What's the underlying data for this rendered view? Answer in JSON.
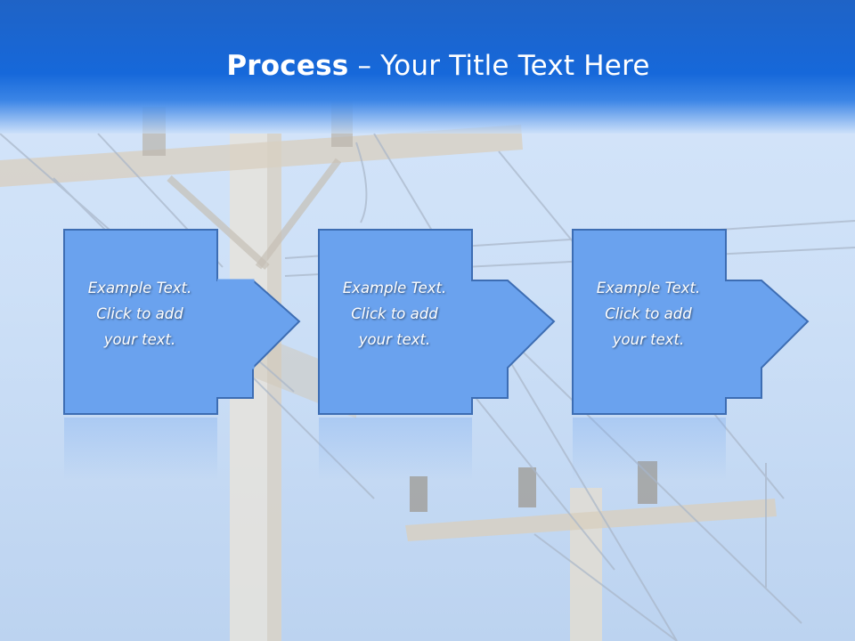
{
  "header": {
    "title_bold": "Process",
    "title_rest": " – Your Title Text Here"
  },
  "steps": [
    {
      "label": "Example Text.\nClick  to add\nyour text."
    },
    {
      "label": "Example Text.\nClick  to add\nyour text."
    },
    {
      "label": "Example Text.\nClick  to add\nyour text."
    }
  ],
  "colors": {
    "header_blue": "#1668da",
    "box_fill": "#6aa2ee",
    "box_border": "#3d6db3",
    "text": "#ffffff"
  }
}
